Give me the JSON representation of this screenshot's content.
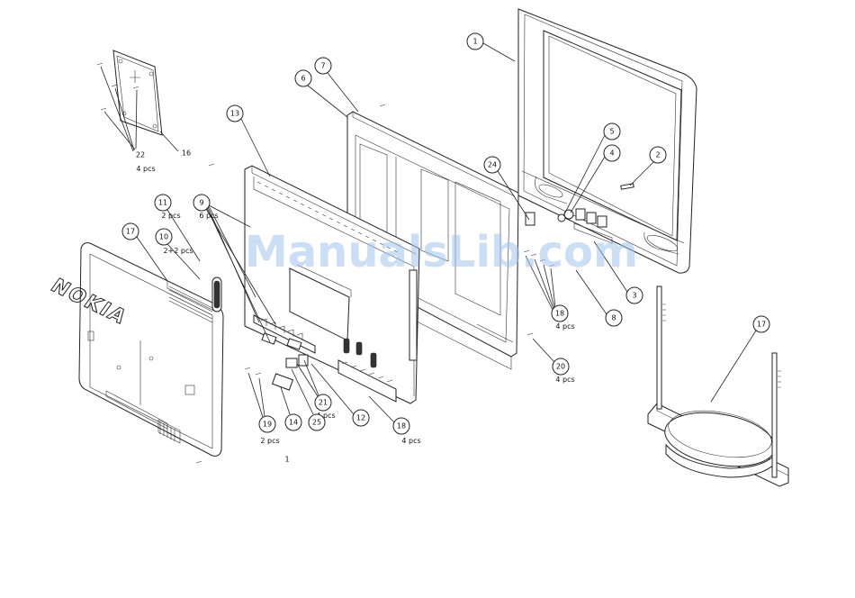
{
  "brand_text": "NOKIA",
  "watermark": "ManualsLib.com",
  "center_label": "1",
  "callouts": [
    {
      "id": "1"
    },
    {
      "id": "2"
    },
    {
      "id": "3"
    },
    {
      "id": "4"
    },
    {
      "id": "5"
    },
    {
      "id": "6"
    },
    {
      "id": "7"
    },
    {
      "id": "8"
    },
    {
      "id": "9"
    },
    {
      "id": "10"
    },
    {
      "id": "11"
    },
    {
      "id": "12"
    },
    {
      "id": "13"
    },
    {
      "id": "14"
    },
    {
      "id": "16"
    },
    {
      "id": "17a"
    },
    {
      "id": "17b"
    },
    {
      "id": "18a"
    },
    {
      "id": "18b"
    },
    {
      "id": "19"
    },
    {
      "id": "20"
    },
    {
      "id": "21"
    },
    {
      "id": "22"
    },
    {
      "id": "24"
    },
    {
      "id": "25"
    }
  ],
  "labels": {
    "c1": "1",
    "c2": "2",
    "c3": "3",
    "c4": "4",
    "c5": "5",
    "c6": "6",
    "c7": "7",
    "c8": "8",
    "c9": "9",
    "c10": "10",
    "c11": "11",
    "c12": "12",
    "c13": "13",
    "c14": "14",
    "c16": "16",
    "c17a": "17",
    "c17b": "17",
    "c18a": "18",
    "c18b": "18",
    "c19": "19",
    "c20": "20",
    "c21": "21",
    "c22": "22",
    "c24": "24",
    "c25": "25"
  },
  "quantities": {
    "q22": "4 pcs",
    "q11": "2 pcs",
    "q9": "6 pcs",
    "q10": "2+2 pcs",
    "q18a": "4 pcs",
    "q20": "4 pcs",
    "q21": "4 pcs",
    "q18b": "4 pcs",
    "q19": "2 pcs"
  }
}
